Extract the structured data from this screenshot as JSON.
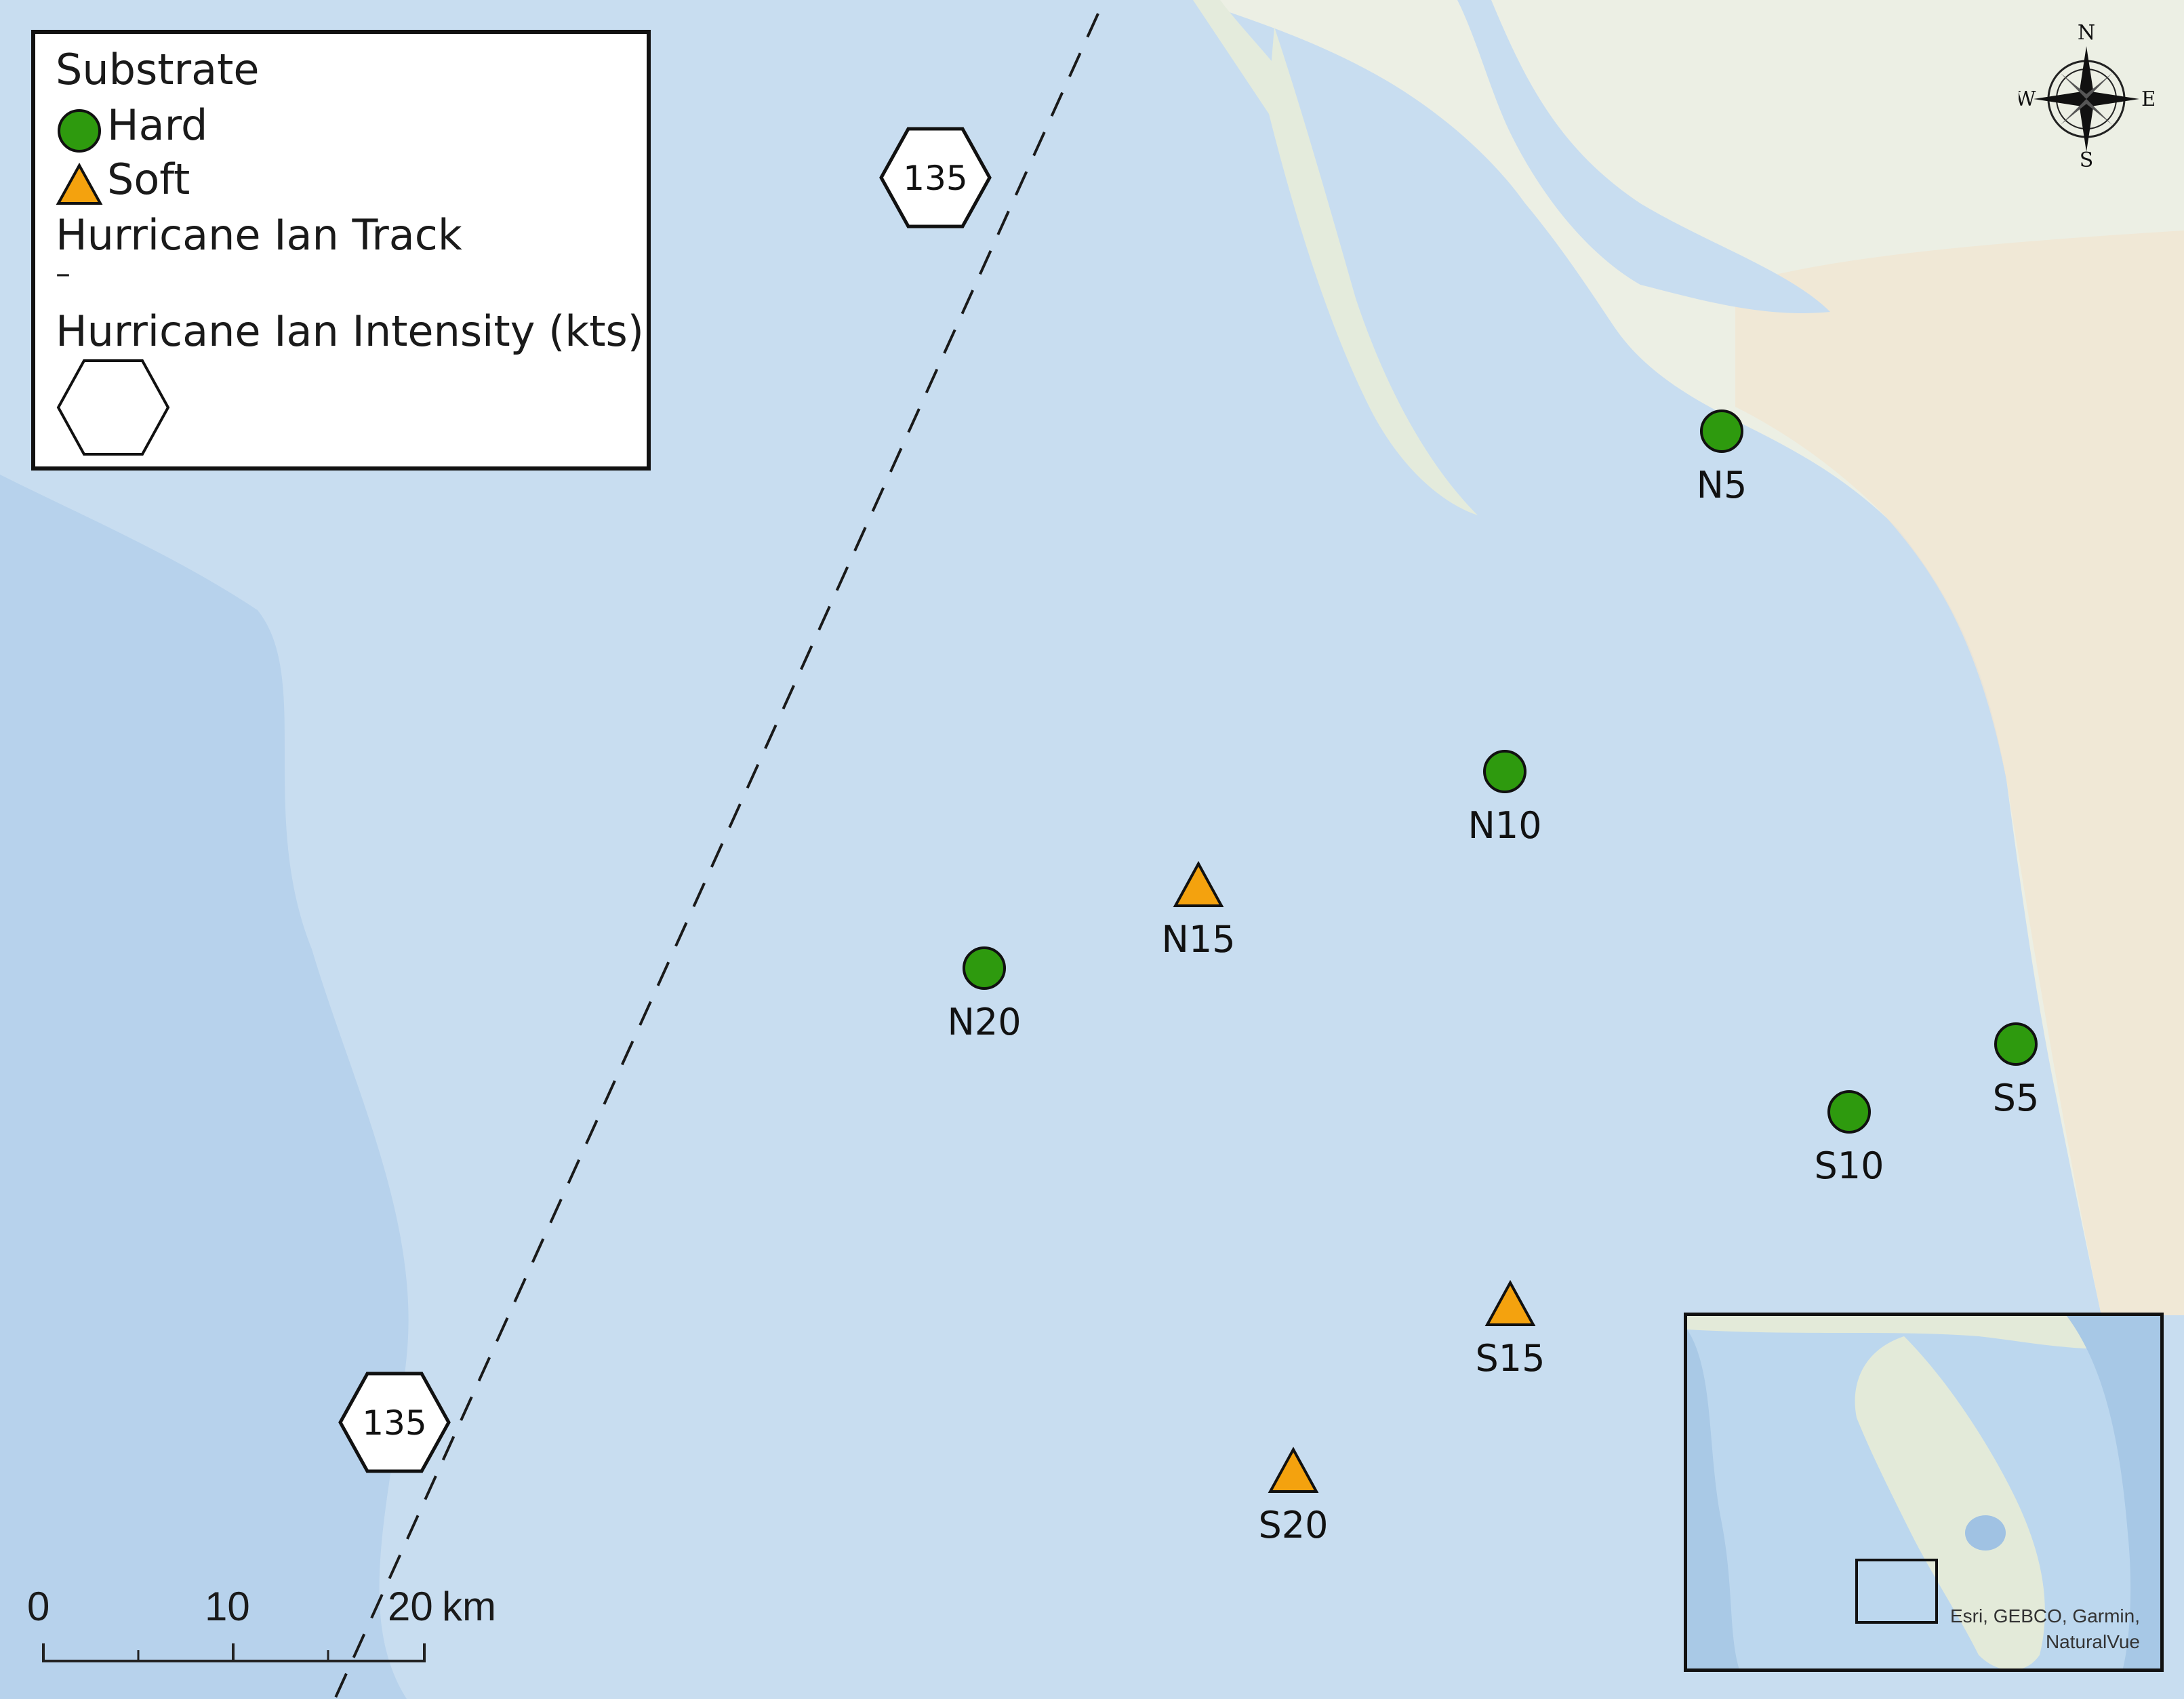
{
  "legend": {
    "substrate_title": "Substrate",
    "hard_label": "Hard",
    "soft_label": "Soft",
    "track_title": "Hurricane Ian Track",
    "track_symbol": "–",
    "intensity_title": "Hurricane Ian Intensity (kts)"
  },
  "compass": {
    "n": "N",
    "s": "S",
    "e": "E",
    "w": "W"
  },
  "hurricane_markers": [
    {
      "intensity": "135"
    },
    {
      "intensity": "135"
    }
  ],
  "stations": [
    {
      "id": "N5",
      "substrate": "Hard"
    },
    {
      "id": "N10",
      "substrate": "Hard"
    },
    {
      "id": "N15",
      "substrate": "Soft"
    },
    {
      "id": "N20",
      "substrate": "Hard"
    },
    {
      "id": "S5",
      "substrate": "Hard"
    },
    {
      "id": "S10",
      "substrate": "Hard"
    },
    {
      "id": "S15",
      "substrate": "Soft"
    },
    {
      "id": "S20",
      "substrate": "Soft"
    }
  ],
  "scale": {
    "tick_0": "0",
    "tick_10": "10",
    "tick_20": "20",
    "unit": "km"
  },
  "attribution": {
    "line1": "Esri, GEBCO, Garmin,",
    "line2": "NaturalVue"
  },
  "colors": {
    "water": "#c8ddf0",
    "land": "#ecefe4",
    "hard": "#2e9a0e",
    "soft": "#f4a20e"
  }
}
